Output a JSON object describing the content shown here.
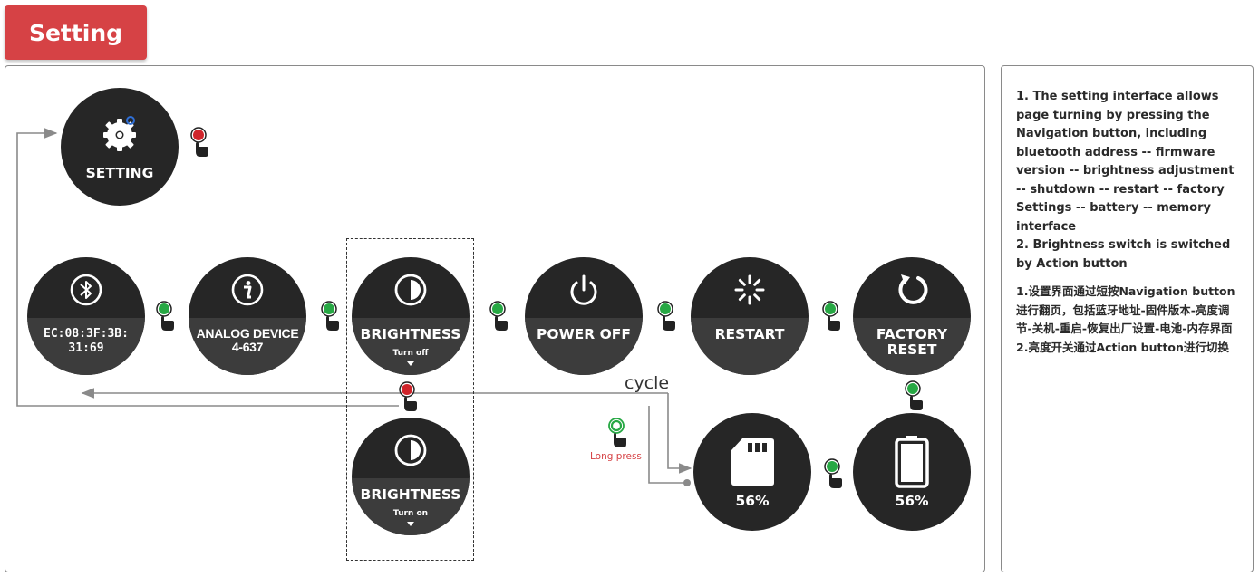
{
  "header": {
    "title": "Setting"
  },
  "screens": {
    "setting": {
      "label": "SETTING"
    },
    "bluetooth": {
      "label_line1": "EC:08:3F:3B:",
      "label_line2": "31:69"
    },
    "firmware": {
      "label_line1": "ANALOG DEVICE",
      "label_line2": "4-637"
    },
    "brightness_off": {
      "label": "BRIGHTNESS",
      "sub": "Turn off"
    },
    "power_off": {
      "label": "POWER OFF"
    },
    "restart": {
      "label": "RESTART"
    },
    "factory_reset": {
      "label_line1": "FACTORY",
      "label_line2": "RESET"
    },
    "brightness_on": {
      "label": "BRIGHTNESS",
      "sub": "Turn on"
    },
    "memory": {
      "value": "56%"
    },
    "battery": {
      "value": "56%"
    }
  },
  "annotations": {
    "cycle": "cycle",
    "long_press": "Long press"
  },
  "colors": {
    "action_button": "#d0242b",
    "navigation_button": "#27a844",
    "accent": "#d64245"
  },
  "description": {
    "en": [
      "1. The setting interface allows page turning by pressing the Navigation button, including bluetooth address -- firmware version -- brightness adjustment -- shutdown -- restart -- factory Settings -- battery -- memory interface",
      "2. Brightness switch is switched by Action button"
    ],
    "cn": [
      "1.设置界面通过短按Navigation button进行翻页，包括蓝牙地址-固件版本-亮度调节-关机-重启-恢复出厂设置-电池-内存界面",
      "2.亮度开关通过Action button进行切换"
    ]
  }
}
